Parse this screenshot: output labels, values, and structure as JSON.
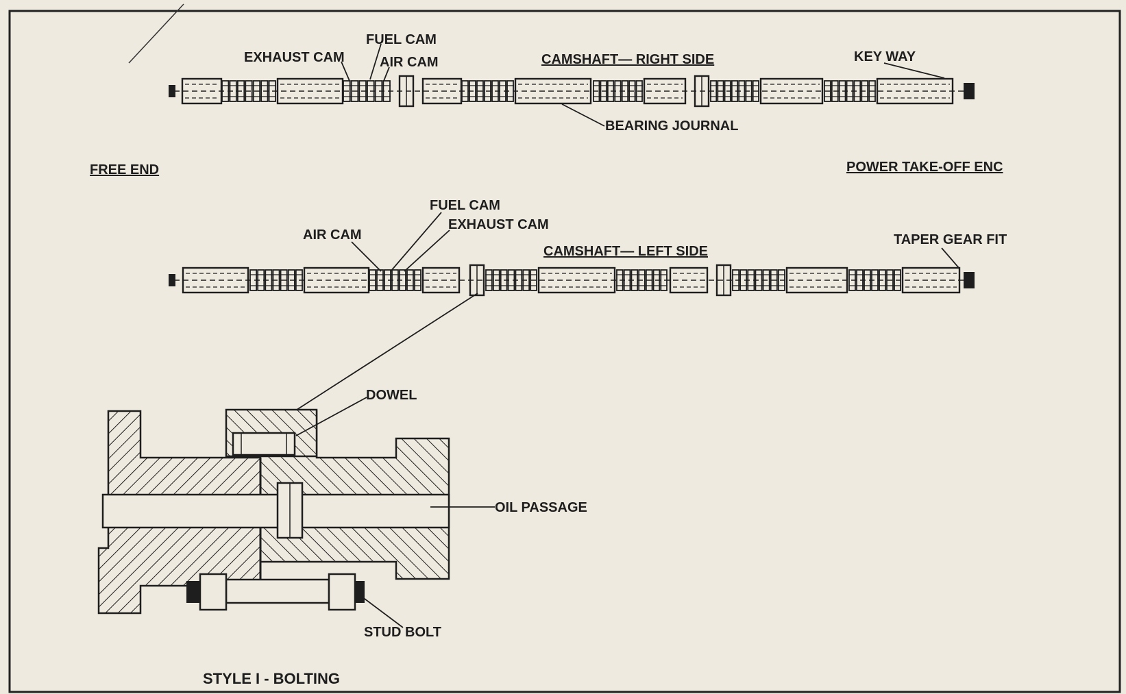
{
  "colors": {
    "paper": "#efeadf",
    "ink": "#1e1e1e",
    "frame": "#222222"
  },
  "right_side": {
    "title": "CAMSHAFT— RIGHT SIDE",
    "exhaust_cam": "EXHAUST CAM",
    "fuel_cam": "FUEL CAM",
    "air_cam": "AIR CAM",
    "key_way": "KEY WAY",
    "bearing_journal": "BEARING JOURNAL"
  },
  "ends": {
    "free_end": "FREE END",
    "power_end": "POWER TAKE-OFF ENC"
  },
  "left_side": {
    "title": "CAMSHAFT— LEFT SIDE",
    "fuel_cam": "FUEL CAM",
    "exhaust_cam": "EXHAUST CAM",
    "air_cam": "AIR CAM",
    "taper_gear_fit": "TAPER GEAR FIT"
  },
  "coupling": {
    "dowel": "DOWEL",
    "oil_passage": "OIL PASSAGE",
    "stud_bolt": "STUD BOLT",
    "caption": "STYLE I - BOLTING"
  }
}
